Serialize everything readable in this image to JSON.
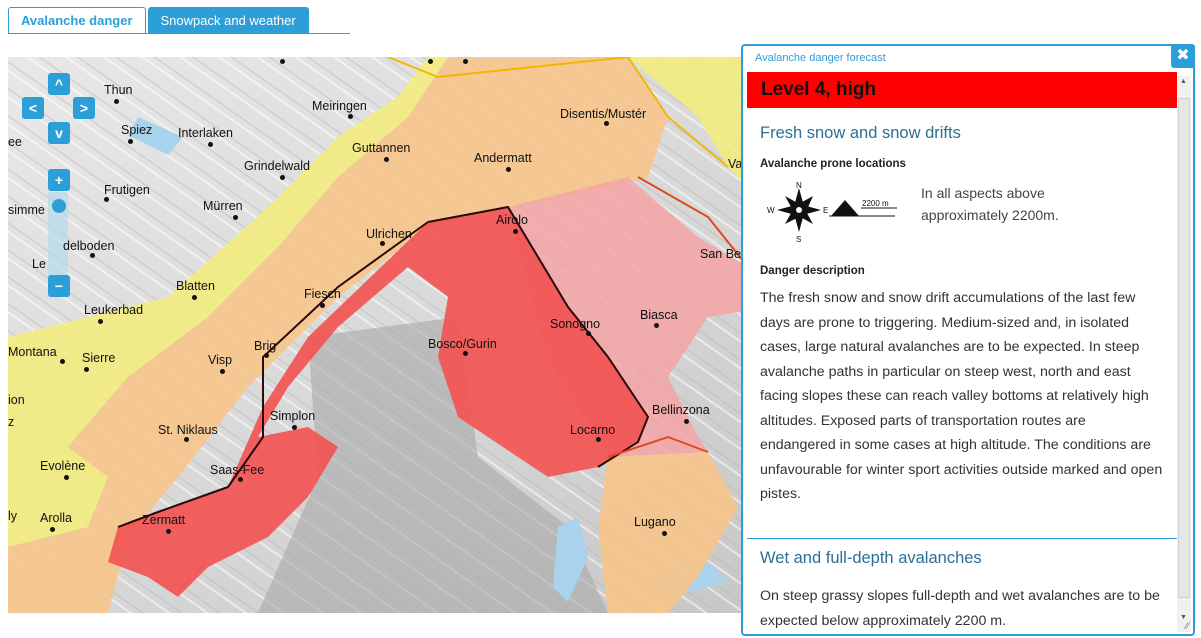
{
  "tabs": [
    {
      "label": "Avalanche danger",
      "active": true
    },
    {
      "label": "Snowpack and weather",
      "active": false
    }
  ],
  "map": {
    "nav_icons": [
      "arrow-up-icon",
      "arrow-left-icon",
      "arrow-right-icon",
      "arrow-down-icon",
      "zoom-in-icon",
      "zoom-out-icon"
    ],
    "towns": {
      "thun": "Thun",
      "meiringen": "Meiringen",
      "disentis": "Disentis/Mustér",
      "spiez": "Spiez",
      "interlaken": "Interlaken",
      "ee": "ee",
      "guttannen": "Guttannen",
      "andermatt": "Andermatt",
      "grindelwald": "Grindelwald",
      "frutigen": "Frutigen",
      "va": "Va",
      "simme": "simme",
      "murren": "Mürren",
      "airolo": "Airolo",
      "ulrichen": "Ulrichen",
      "adelboden": "delboden",
      "sanbe": "San Be",
      "le": "Le",
      "blatten": "Blatten",
      "fiesch": "Fiesch",
      "leukerbad": "Leukerbad",
      "biasca": "Biasca",
      "sonogno": "Sonogno",
      "bosco": "Bosco/Gurin",
      "montana": "Montana",
      "brig": "Brig",
      "sierre": "Sierre",
      "visp": "Visp",
      "ion": "ion",
      "z": "z",
      "simplon": "Simplon",
      "bellinzona": "Bellinzona",
      "stniklaus": "St. Niklaus",
      "locarno": "Locarno",
      "evolene": "Evolène",
      "saasfee": "Saas-Fee",
      "ly": "ly",
      "arolla": "Arolla",
      "zermatt": "Zermatt",
      "lugano": "Lugano"
    }
  },
  "panel": {
    "title": "Avalanche danger forecast",
    "close_icon": "close-icon",
    "level": "Level 4, high",
    "level_color": "#ff0000",
    "section1": {
      "heading": "Fresh snow and snow drifts",
      "prone_label": "Avalanche prone locations",
      "rose": {
        "n": "N",
        "e": "E",
        "s": "S",
        "w": "W",
        "elevation": "2200 m"
      },
      "aspect_text": "In all aspects above approximately 2200m.",
      "desc_label": "Danger description",
      "description": "The fresh snow and snow drift accumulations of the last few days are prone to triggering. Medium-sized and, in isolated cases, large natural avalanches are to be expected. In steep avalanche paths in particular on steep west, north and east facing slopes these can reach valley bottoms at relatively high altitudes. Exposed parts of transportation routes are endangered in some cases at high altitude. The conditions are unfavourable for winter sport activities outside marked and open pistes."
    },
    "section2": {
      "heading": "Wet and full-depth avalanches",
      "description": "On steep grassy slopes full-depth and wet avalanches are to be expected below approximately 2200 m."
    }
  },
  "colors": {
    "accent": "#2d9fd8",
    "level4": "#ff0000",
    "level3": "#f7c48a",
    "level2": "#f5ec7a",
    "heading": "#2b6f97"
  }
}
